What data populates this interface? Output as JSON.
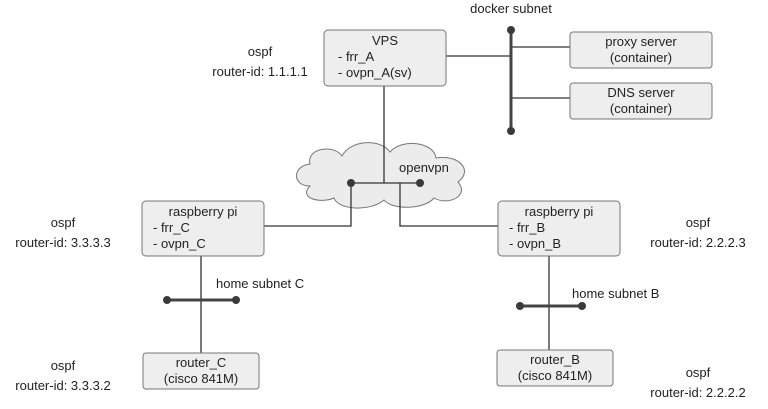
{
  "nodes": {
    "vps": {
      "title": "VPS",
      "lines": [
        "- frr_A",
        "- ovpn_A(sv)"
      ]
    },
    "proxy": {
      "lines": [
        "proxy server",
        "(container)"
      ]
    },
    "dns": {
      "lines": [
        "DNS server",
        "(container)"
      ]
    },
    "rpi_c": {
      "title": "raspberry pi",
      "lines": [
        "- frr_C",
        "- ovpn_C"
      ]
    },
    "rpi_b": {
      "title": "raspberry pi",
      "lines": [
        "- frr_B",
        "- ovpn_B"
      ]
    },
    "router_c": {
      "lines": [
        "router_C",
        "(cisco 841M)"
      ]
    },
    "router_b": {
      "lines": [
        "router_B",
        "(cisco 841M)"
      ]
    }
  },
  "labels": {
    "docker_subnet": "docker subnet",
    "openvpn": "openvpn",
    "home_subnet_c": "home subnet C",
    "home_subnet_b": "home subnet B"
  },
  "ospf": {
    "a": {
      "proto": "ospf",
      "rid": "router-id: 1.1.1.1"
    },
    "c_pi": {
      "proto": "ospf",
      "rid": "router-id: 3.3.3.3"
    },
    "b_pi": {
      "proto": "ospf",
      "rid": "router-id: 2.2.2.3"
    },
    "c_router": {
      "proto": "ospf",
      "rid": "router-id: 3.3.3.2"
    },
    "b_router": {
      "proto": "ospf",
      "rid": "router-id: 2.2.2.2"
    }
  }
}
